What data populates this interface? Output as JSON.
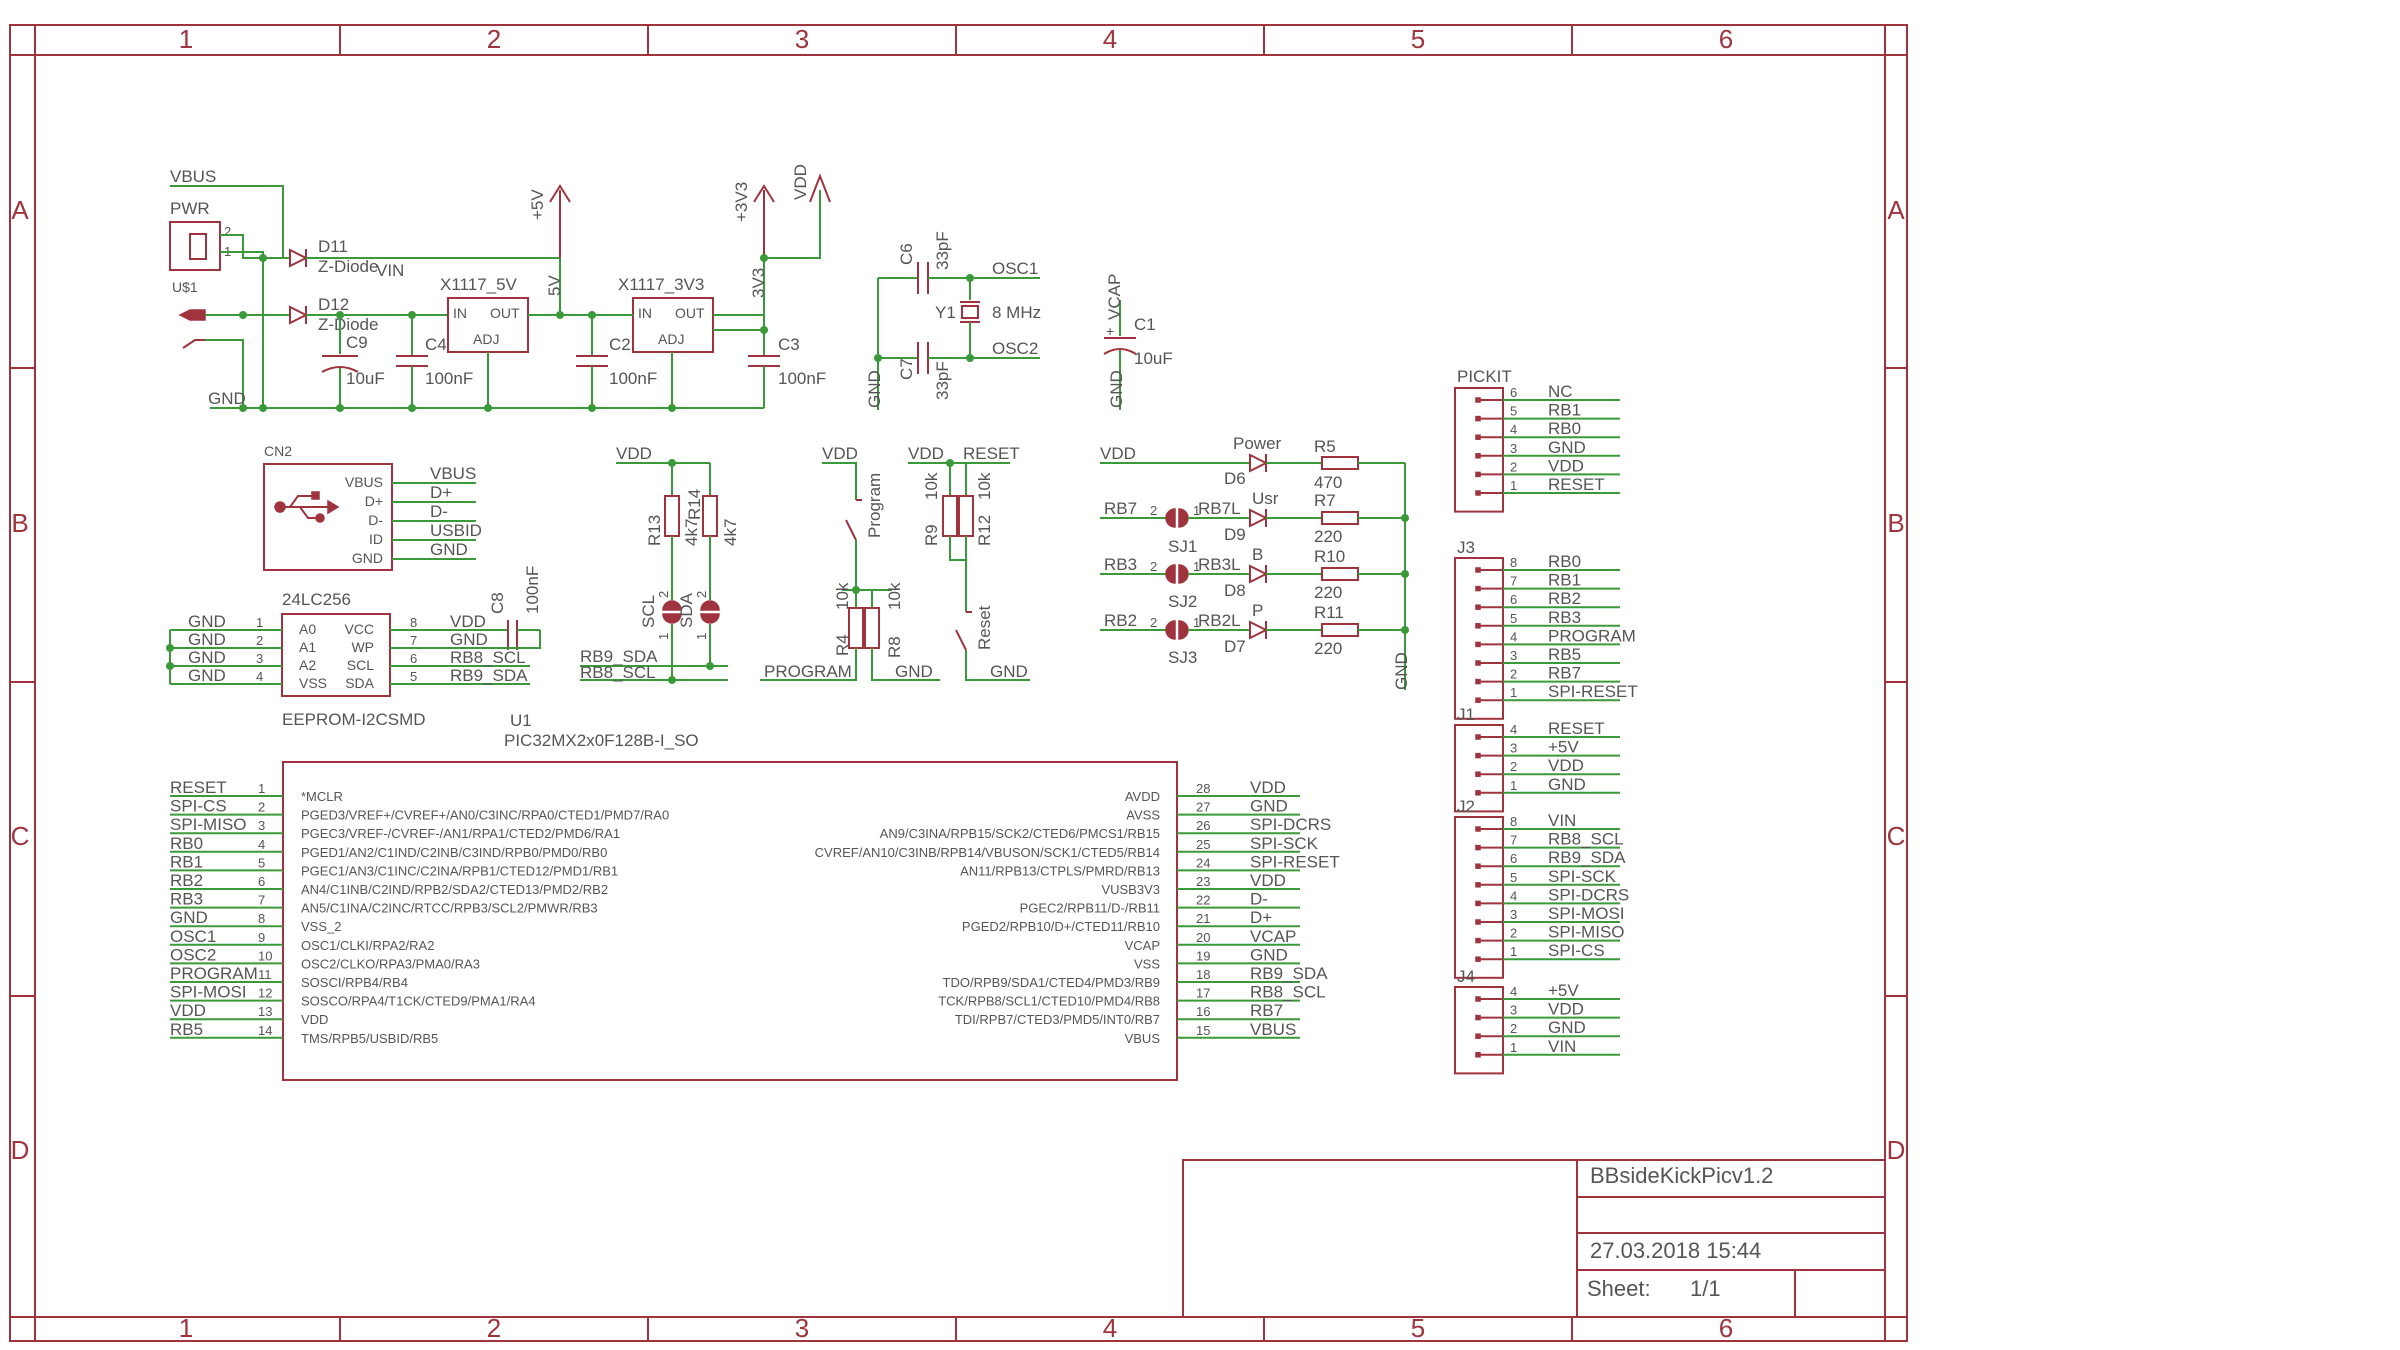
{
  "frame": {
    "columns": [
      "1",
      "2",
      "3",
      "4",
      "5",
      "6"
    ],
    "rows": [
      "A",
      "B",
      "C",
      "D"
    ]
  },
  "title_block": {
    "title": "BBsideKickPicv1.2",
    "date": "27.03.2018 15:44",
    "sheet_label": "Sheet:",
    "sheet_value": "1/1"
  },
  "power": {
    "vbus": "VBUS",
    "pwr": "PWR",
    "us1": "U$1",
    "pin2": "2",
    "pin1": "1",
    "d11": "D11",
    "d11_type": "Z-Diode",
    "vin": "VIN",
    "d12": "D12",
    "d12_type": "Z-Diode",
    "c9": "C9",
    "c9_val": "10uF",
    "c4": "C4",
    "c4_val": "100nF",
    "reg5": "X1117_5V",
    "reg5_in": "IN",
    "reg5_out": "OUT",
    "reg5_adj": "ADJ",
    "p5v": "+5V",
    "v5": "5V",
    "reg33": "X1117_3V3",
    "reg33_in": "IN",
    "reg33_out": "OUT",
    "reg33_adj": "ADJ",
    "c2": "C2",
    "c2_val": "100nF",
    "c3": "C3",
    "c3_val": "100nF",
    "p3v3": "+3V3",
    "v3v3": "3V3",
    "vdd": "VDD",
    "gnd": "GND"
  },
  "osc": {
    "c6": "C6",
    "c6_val": "33pF",
    "c7": "C7",
    "c7_val": "33pF",
    "y1": "Y1",
    "y1_val": "8 MHz",
    "osc1": "OSC1",
    "osc2": "OSC2",
    "gnd": "GND",
    "vcap": "VCAP",
    "c1": "C1",
    "c1_val": "10uF",
    "gnd2": "GND"
  },
  "usb": {
    "cn2": "CN2",
    "pins": [
      "VBUS",
      "D+",
      "D-",
      "ID",
      "GND"
    ],
    "nets": [
      "VBUS",
      "D+",
      "D-",
      "USBID",
      "GND"
    ]
  },
  "eeprom": {
    "name": "24LC256",
    "value": "EEPROM-I2CSMD",
    "left_pins": [
      "A0",
      "A1",
      "A2",
      "VSS"
    ],
    "left_nums": [
      "1",
      "2",
      "3",
      "4"
    ],
    "left_nets": [
      "GND",
      "GND",
      "GND",
      "GND"
    ],
    "right_pins": [
      "VCC",
      "WP",
      "SCL",
      "SDA"
    ],
    "right_nums": [
      "8",
      "7",
      "6",
      "5"
    ],
    "right_nets": [
      "VDD",
      "GND",
      "RB8_SCL",
      "RB9_SDA"
    ],
    "c8": "C8",
    "c8_val": "100nF"
  },
  "i2c_pullups": {
    "vdd": "VDD",
    "r13": "R13",
    "r13_val": "4k7",
    "r14": "R14",
    "r14_val": "4k7",
    "scl": "SCL",
    "sda": "SDA",
    "p1": "1",
    "p2": "2",
    "rb9": "RB9_SDA",
    "rb8": "RB8_SCL"
  },
  "program_btn": {
    "vdd": "VDD",
    "sw": "Program",
    "r4": "R4",
    "r4_val": "10k",
    "r8": "R8",
    "r8_val": "10k",
    "program": "PROGRAM",
    "gnd": "GND"
  },
  "reset_btn": {
    "vdd": "VDD",
    "reset": "RESET",
    "r9": "R9",
    "r9_val": "10k",
    "r12": "R12",
    "r12_val": "10k",
    "sw": "Reset",
    "gnd": "GND"
  },
  "leds": {
    "vdd": "VDD",
    "gnd": "GND",
    "rows": [
      {
        "net": "RB7",
        "jumper": "SJ1",
        "net2": "RB7L",
        "d": "D9",
        "dlabel": "Usr",
        "r": "R7",
        "rval": "220"
      },
      {
        "net": "RB3",
        "jumper": "SJ2",
        "net2": "RB3L",
        "d": "D8",
        "dlabel": "B",
        "r": "R10",
        "rval": "220"
      },
      {
        "net": "RB2",
        "jumper": "SJ3",
        "net2": "RB2L",
        "d": "D7",
        "dlabel": "P",
        "r": "R11",
        "rval": "220"
      }
    ],
    "power_led": {
      "d": "D6",
      "dlabel": "Power",
      "r": "R5",
      "rval": "470"
    },
    "pin2": "2",
    "pin1": "1"
  },
  "mcu": {
    "ref": "U1",
    "part": "PIC32MX2x0F128B-I_SO",
    "left_nets": [
      "RESET",
      "SPI-CS",
      "SPI-MISO",
      "RB0",
      "RB1",
      "RB2",
      "RB3",
      "GND",
      "OSC1",
      "OSC2",
      "PROGRAM",
      "SPI-MOSI",
      "VDD",
      "RB5"
    ],
    "left_nums": [
      "1",
      "2",
      "3",
      "4",
      "5",
      "6",
      "7",
      "8",
      "9",
      "10",
      "11",
      "12",
      "13",
      "14"
    ],
    "left_pins": [
      "*MCLR",
      "PGED3/VREF+/CVREF+/AN0/C3INC/RPA0/CTED1/PMD7/RA0",
      "PGEC3/VREF-/CVREF-/AN1/RPA1/CTED2/PMD6/RA1",
      "PGED1/AN2/C1IND/C2INB/C3IND/RPB0/PMD0/RB0",
      "PGEC1/AN3/C1INC/C2INA/RPB1/CTED12/PMD1/RB1",
      "AN4/C1INB/C2IND/RPB2/SDA2/CTED13/PMD2/RB2",
      "AN5/C1INA/C2INC/RTCC/RPB3/SCL2/PMWR/RB3",
      "VSS_2",
      "OSC1/CLKI/RPA2/RA2",
      "OSC2/CLKO/RPA3/PMA0/RA3",
      "SOSCI/RPB4/RB4",
      "SOSCO/RPA4/T1CK/CTED9/PMA1/RA4",
      "VDD",
      "TMS/RPB5/USBID/RB5"
    ],
    "right_nums": [
      "28",
      "27",
      "26",
      "25",
      "24",
      "23",
      "22",
      "21",
      "20",
      "19",
      "18",
      "17",
      "16",
      "15"
    ],
    "right_pins": [
      "AVDD",
      "AVSS",
      "AN9/C3INA/RPB15/SCK2/CTED6/PMCS1/RB15",
      "CVREF/AN10/C3INB/RPB14/VBUSON/SCK1/CTED5/RB14",
      "AN11/RPB13/CTPLS/PMRD/RB13",
      "VUSB3V3",
      "PGEC2/RPB11/D-/RB11",
      "PGED2/RPB10/D+/CTED11/RB10",
      "VCAP",
      "VSS",
      "TDO/RPB9/SDA1/CTED4/PMD3/RB9",
      "TCK/RPB8/SCL1/CTED10/PMD4/RB8",
      "TDI/RPB7/CTED3/PMD5/INT0/RB7",
      "VBUS"
    ],
    "right_nets": [
      "VDD",
      "GND",
      "SPI-DCRS",
      "SPI-SCK",
      "SPI-RESET",
      "VDD",
      "D-",
      "D+",
      "VCAP",
      "GND",
      "RB9_SDA",
      "RB8_SCL",
      "RB7",
      "VBUS"
    ]
  },
  "pickit": {
    "name": "PICKIT",
    "nums": [
      "6",
      "5",
      "4",
      "3",
      "2",
      "1"
    ],
    "nets": [
      "NC",
      "RB1",
      "RB0",
      "GND",
      "VDD",
      "RESET"
    ]
  },
  "j3": {
    "name": "J3",
    "nums": [
      "8",
      "7",
      "6",
      "5",
      "4",
      "3",
      "2",
      "1"
    ],
    "nets": [
      "RB0",
      "RB1",
      "RB2",
      "RB3",
      "PROGRAM",
      "RB5",
      "RB7",
      "SPI-RESET"
    ]
  },
  "j1": {
    "name": "J1",
    "nums": [
      "4",
      "3",
      "2",
      "1"
    ],
    "nets": [
      "RESET",
      "+5V",
      "VDD",
      "GND"
    ]
  },
  "j2": {
    "name": "J2",
    "nums": [
      "8",
      "7",
      "6",
      "5",
      "4",
      "3",
      "2",
      "1"
    ],
    "nets": [
      "VIN",
      "RB8_SCL",
      "RB9_SDA",
      "SPI-SCK",
      "SPI-DCRS",
      "SPI-MOSI",
      "SPI-MISO",
      "SPI-CS"
    ]
  },
  "j4": {
    "name": "J4",
    "nums": [
      "4",
      "3",
      "2",
      "1"
    ],
    "nets": [
      "+5V",
      "VDD",
      "GND",
      "VIN"
    ]
  }
}
